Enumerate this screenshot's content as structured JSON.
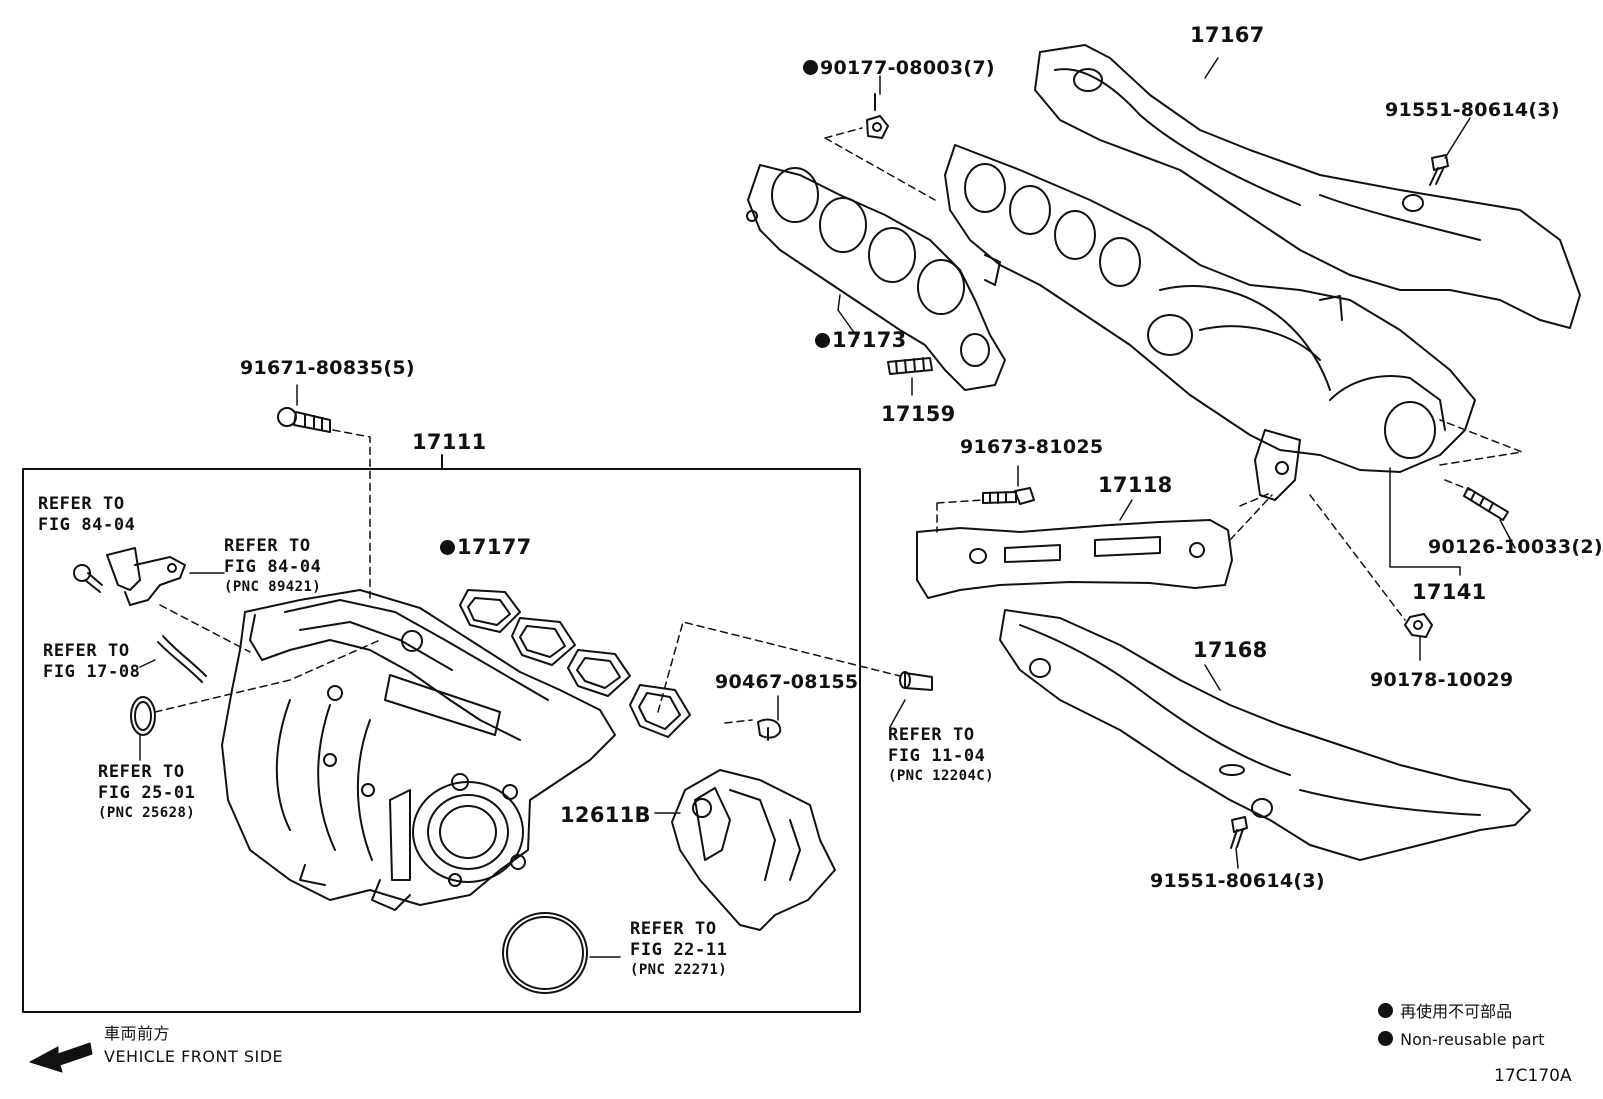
{
  "parts": {
    "p17167": "17167",
    "p90177": "90177-08003(7)",
    "p91551_top": "91551-80614(3)",
    "p17173": "17173",
    "p91671": "91671-80835(5)",
    "p17159": "17159",
    "p17111": "17111",
    "p91673": "91673-81025",
    "p17118": "17118",
    "p90126": "90126-10033(2)",
    "p17141": "17141",
    "p17177": "17177",
    "p90467": "90467-08155",
    "p17168": "17168",
    "p90178": "90178-10029",
    "p12611B": "12611B",
    "p91551_bot": "91551-80614(3)"
  },
  "refs": {
    "r84_04a": {
      "line1": "REFER TO",
      "line2": "FIG 84-04"
    },
    "r84_04b": {
      "line1": "REFER TO",
      "line2": "FIG 84-04",
      "pnc": "(PNC 89421)"
    },
    "r17_08": {
      "line1": "REFER TO",
      "line2": "FIG 17-08"
    },
    "r25_01": {
      "line1": "REFER TO",
      "line2": "FIG 25-01",
      "pnc": "(PNC 25628)"
    },
    "r11_04": {
      "line1": "REFER TO",
      "line2": "FIG 11-04",
      "pnc": "(PNC 12204C)"
    },
    "r22_11": {
      "line1": "REFER TO",
      "line2": "FIG 22-11",
      "pnc": "(PNC 22271)"
    }
  },
  "legend": {
    "japanese": "再使用不可部品",
    "english": "Non-reusable part"
  },
  "front": {
    "japanese": "車両前方",
    "english": "VEHICLE FRONT SIDE"
  },
  "figure_code": "17C170A"
}
